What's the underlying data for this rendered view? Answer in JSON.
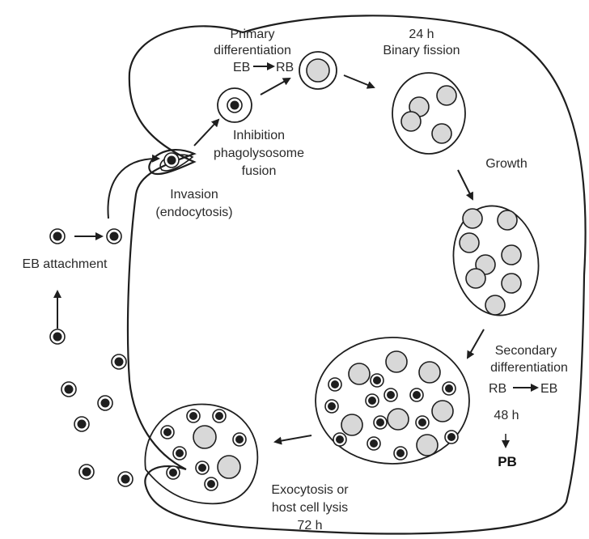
{
  "labels": {
    "primary_line1": "Primary",
    "primary_line2": "differentiation",
    "primary_eb": "EB",
    "primary_rb": "RB",
    "fission_time": "24 h",
    "fission_label": "Binary fission",
    "inhibition_line1": "Inhibition",
    "inhibition_line2": "phagolysosome",
    "inhibition_line3": "fusion",
    "growth": "Growth",
    "invasion_line1": "Invasion",
    "invasion_line2": "(endocytosis)",
    "eb_attachment": "EB attachment",
    "secondary_line1": "Secondary",
    "secondary_line2": "differentiation",
    "secondary_rb": "RB",
    "secondary_eb": "EB",
    "secondary_time": "48 h",
    "pb": "PB",
    "exo_line1": "Exocytosis or",
    "exo_line2": "host cell lysis",
    "exo_time": "72 h"
  },
  "colors": {
    "outline": "#1e1e1e",
    "reticulate_body_fill": "#d8d8d8",
    "elementary_body_core": "#1e1e1e",
    "background": "#ffffff"
  }
}
